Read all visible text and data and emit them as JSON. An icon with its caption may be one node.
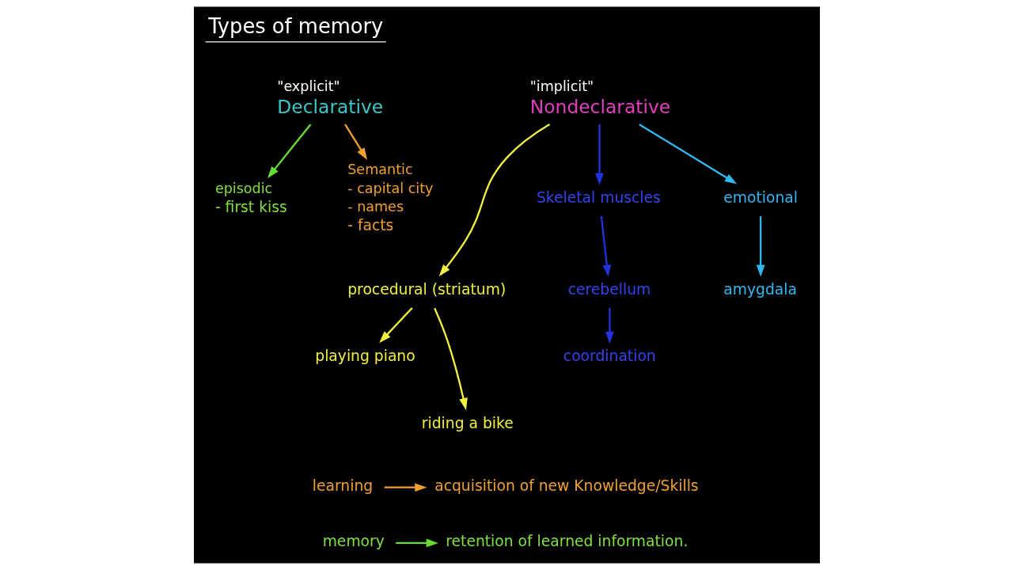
{
  "diagram": {
    "title": "Types of memory",
    "nodes": [
      {
        "text": [
          "\"explicit\"",
          "Declarative"
        ]
      },
      {
        "text": [
          "\"implicit\"",
          "Nondeclarative"
        ]
      },
      {
        "text": [
          "episodic",
          "- first kiss"
        ]
      },
      {
        "text": [
          "Semantic",
          "- capital city",
          "- names",
          "- facts"
        ]
      },
      {
        "text": [
          "procedural (striatum)"
        ]
      },
      {
        "text": [
          "playing piano"
        ]
      },
      {
        "text": [
          "riding a bike"
        ]
      },
      {
        "text": [
          "Skeletal muscles"
        ]
      },
      {
        "text": [
          "cerebellum"
        ]
      },
      {
        "text": [
          "coordination"
        ]
      },
      {
        "text": [
          "emotional"
        ]
      },
      {
        "text": [
          "amygdala"
        ]
      },
      {
        "text": [
          "learning"
        ]
      },
      {
        "text": [
          "acquisition of new Knowledge/Skills"
        ]
      },
      {
        "text": [
          "memory"
        ]
      },
      {
        "text": [
          "retention of learned information."
        ]
      }
    ],
    "edges": [
      {
        "from": 0,
        "to": 2,
        "arrow": "to",
        "color": "#66dd33"
      },
      {
        "from": 0,
        "to": 3,
        "arrow": "to",
        "color": "#f0a030"
      },
      {
        "from": 1,
        "to": 4,
        "arrow": "to",
        "color": "#f0f040"
      },
      {
        "from": 1,
        "to": 7,
        "arrow": "to",
        "color": "#2233dd"
      },
      {
        "from": 1,
        "to": 10,
        "arrow": "to",
        "color": "#30b8f0"
      },
      {
        "from": 4,
        "to": 5,
        "arrow": "to",
        "color": "#f0f040"
      },
      {
        "from": 4,
        "to": 6,
        "arrow": "to",
        "color": "#f0f040"
      },
      {
        "from": 7,
        "to": 8,
        "arrow": "to",
        "color": "#2233dd"
      },
      {
        "from": 8,
        "to": 9,
        "arrow": "to",
        "color": "#2233dd"
      },
      {
        "from": 10,
        "to": 11,
        "arrow": "to",
        "color": "#30b8f0"
      },
      {
        "from": 12,
        "to": 13,
        "arrow": "to",
        "color": "#f0a030"
      },
      {
        "from": 14,
        "to": 15,
        "arrow": "to",
        "color": "#66dd33"
      }
    ]
  }
}
